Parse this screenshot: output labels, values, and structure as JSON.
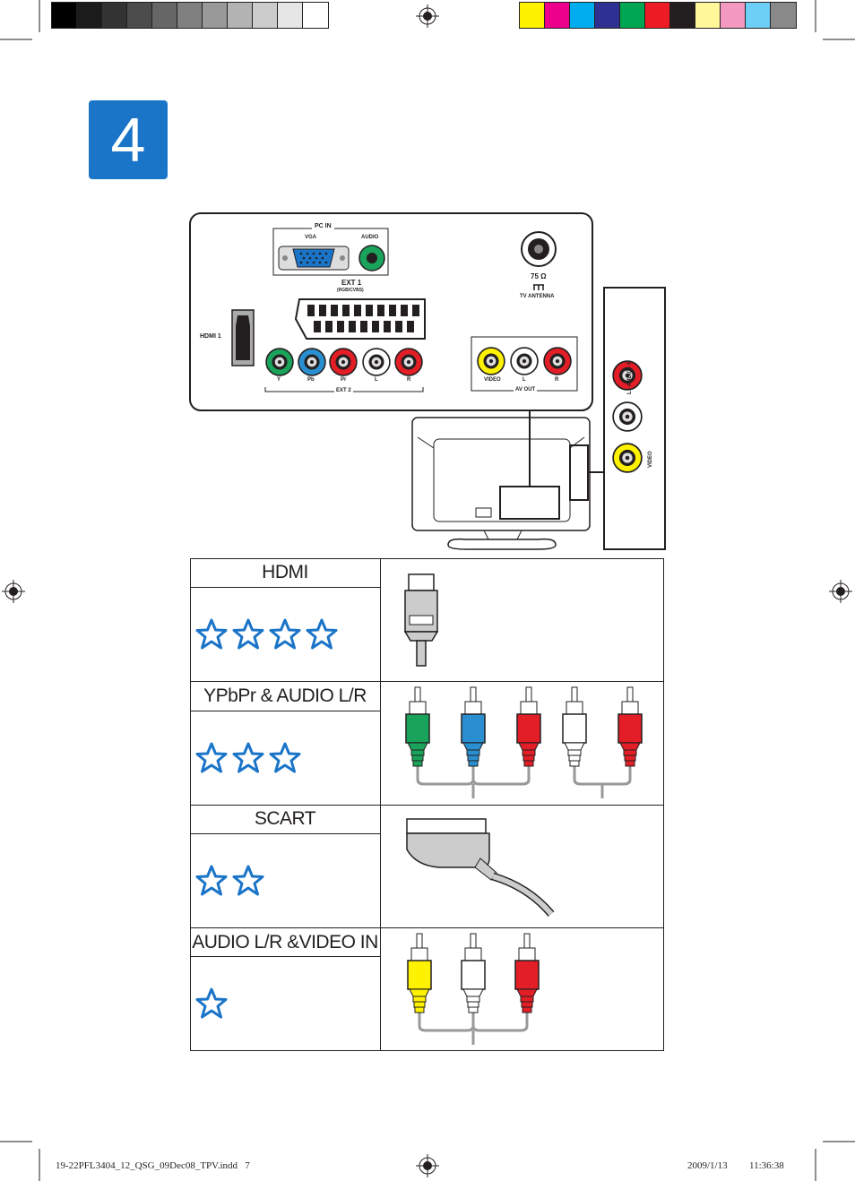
{
  "step_number": "4",
  "panel": {
    "pc_in": "PC IN",
    "vga": "VGA",
    "audio": "AUDIO",
    "ext1": "EXT 1",
    "ext1_sub": "(RGB/CVBS)",
    "hdmi1": "HDMI 1",
    "ohm": "75 Ω",
    "tv_antenna": "TV ANTENNA",
    "ext2_labels": [
      "Y",
      "Pb",
      "Pr",
      "L",
      "R"
    ],
    "ext2": "EXT 2",
    "av_out_labels": [
      "VIDEO",
      "L",
      "R"
    ],
    "av_out": "AV OUT",
    "side_audio": "L - AUDIO - R",
    "side_video": "VIDEO"
  },
  "rows": [
    {
      "title": "HDMI",
      "stars": 4
    },
    {
      "title": "YPbPr & AUDIO L/R",
      "stars": 3
    },
    {
      "title": "SCART",
      "stars": 2
    },
    {
      "title": "AUDIO L/R &VIDEO IN",
      "stars": 1
    }
  ],
  "colors": {
    "accent_blue": "#1a74c8",
    "green": "#1aa35a",
    "blue": "#2a8fd0",
    "red": "#e31e26",
    "yellow": "#fff200",
    "white": "#ffffff"
  },
  "footer": {
    "file": "19-22PFL3404_12_QSG_09Dec08_TPV.indd   7",
    "date": "2009/1/13",
    "time": "11:36:38"
  }
}
